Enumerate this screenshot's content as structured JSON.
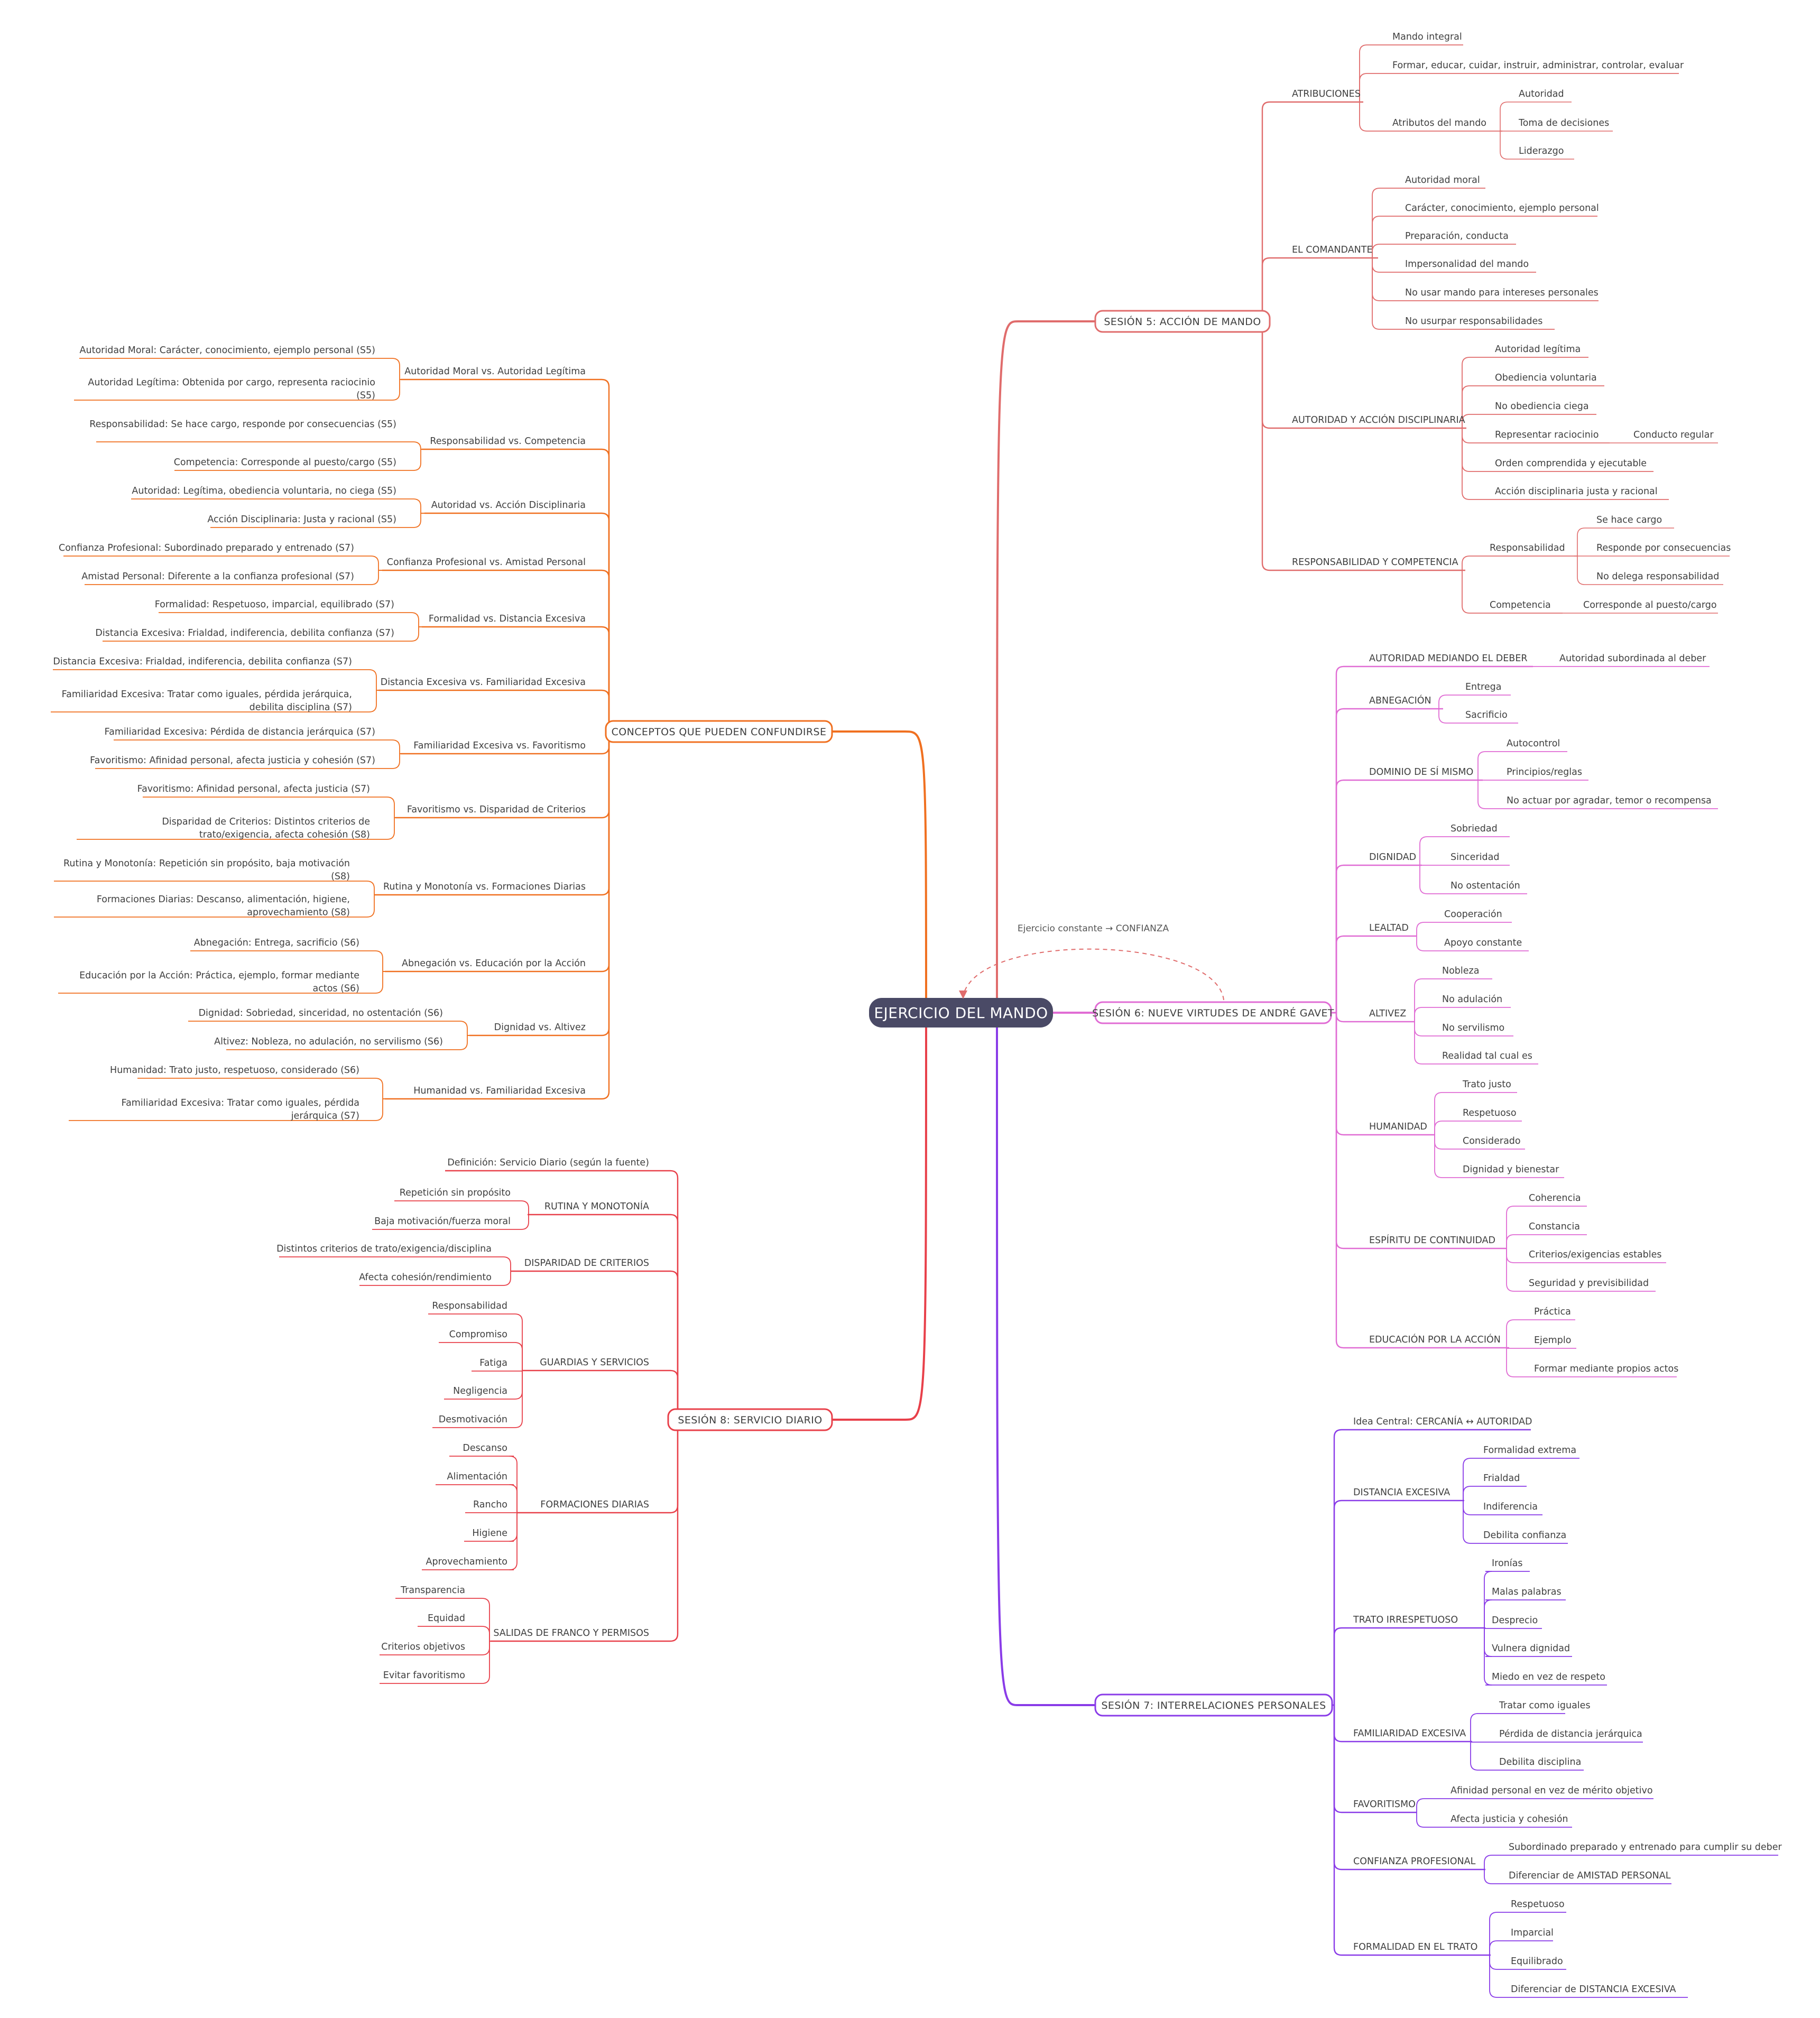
{
  "central_topic": "EJERCICIO DEL MANDO",
  "relationship": {
    "label": "Ejercicio constante → CONFIANZA"
  },
  "colors": {
    "root": "#4a4a66",
    "s5": "#e06c6c",
    "s6": "#e06cd4",
    "s7": "#8a3ce8",
    "s8": "#e8404a",
    "conceptos": "#f07020",
    "relationship": "#e06c6c"
  },
  "branches": [
    {
      "id": "s5",
      "label": "SESIÓN 5: ACCIÓN DE MANDO",
      "children": [
        {
          "label": "ATRIBUCIONES",
          "children": [
            {
              "label": "Mando integral"
            },
            {
              "label": "Formar, educar, cuidar, instruir, administrar, controlar, evaluar"
            },
            {
              "label": "Atributos del mando",
              "children": [
                {
                  "label": "Autoridad"
                },
                {
                  "label": "Toma de decisiones"
                },
                {
                  "label": "Liderazgo"
                }
              ]
            }
          ]
        },
        {
          "label": "EL COMANDANTE",
          "children": [
            {
              "label": "Autoridad moral"
            },
            {
              "label": "Carácter, conocimiento, ejemplo personal"
            },
            {
              "label": "Preparación, conducta"
            },
            {
              "label": "Impersonalidad del mando"
            },
            {
              "label": "No usar mando para intereses personales"
            },
            {
              "label": "No usurpar responsabilidades"
            }
          ]
        },
        {
          "label": "AUTORIDAD Y ACCIÓN DISCIPLINARIA",
          "children": [
            {
              "label": "Autoridad legítima"
            },
            {
              "label": "Obediencia voluntaria"
            },
            {
              "label": "No obediencia ciega"
            },
            {
              "label": "Representar raciocinio",
              "children": [
                {
                  "label": "Conducto regular"
                }
              ]
            },
            {
              "label": "Orden comprendida y ejecutable"
            },
            {
              "label": "Acción disciplinaria justa y racional"
            }
          ]
        },
        {
          "label": "RESPONSABILIDAD Y COMPETENCIA",
          "children": [
            {
              "label": "Responsabilidad",
              "children": [
                {
                  "label": "Se hace cargo"
                },
                {
                  "label": "Responde por consecuencias"
                },
                {
                  "label": "No delega responsabilidad"
                }
              ]
            },
            {
              "label": "Competencia",
              "children": [
                {
                  "label": "Corresponde al puesto/cargo"
                }
              ]
            }
          ]
        }
      ]
    },
    {
      "id": "s6",
      "label": "SESIÓN 6: NUEVE VIRTUDES DE ANDRÉ GAVET",
      "children": [
        {
          "label": "AUTORIDAD MEDIANDO EL DEBER",
          "children": [
            {
              "label": "Autoridad subordinada al deber"
            }
          ]
        },
        {
          "label": "ABNEGACIÓN",
          "children": [
            {
              "label": "Entrega"
            },
            {
              "label": "Sacrificio"
            }
          ]
        },
        {
          "label": "DOMINIO DE SÍ MISMO",
          "children": [
            {
              "label": "Autocontrol"
            },
            {
              "label": "Principios/reglas"
            },
            {
              "label": "No actuar por agradar, temor o recompensa"
            }
          ]
        },
        {
          "label": "DIGNIDAD",
          "children": [
            {
              "label": "Sobriedad"
            },
            {
              "label": "Sinceridad"
            },
            {
              "label": "No ostentación"
            }
          ]
        },
        {
          "label": "LEALTAD",
          "children": [
            {
              "label": "Cooperación"
            },
            {
              "label": "Apoyo constante"
            }
          ]
        },
        {
          "label": "ALTIVEZ",
          "children": [
            {
              "label": "Nobleza"
            },
            {
              "label": "No adulación"
            },
            {
              "label": "No servilismo"
            },
            {
              "label": "Realidad tal cual es"
            }
          ]
        },
        {
          "label": "HUMANIDAD",
          "children": [
            {
              "label": "Trato justo"
            },
            {
              "label": "Respetuoso"
            },
            {
              "label": "Considerado"
            },
            {
              "label": "Dignidad y bienestar"
            }
          ]
        },
        {
          "label": "ESPÍRITU DE CONTINUIDAD",
          "children": [
            {
              "label": "Coherencia"
            },
            {
              "label": "Constancia"
            },
            {
              "label": "Criterios/exigencias estables"
            },
            {
              "label": "Seguridad y previsibilidad"
            }
          ]
        },
        {
          "label": "EDUCACIÓN POR LA ACCIÓN",
          "children": [
            {
              "label": "Práctica"
            },
            {
              "label": "Ejemplo"
            },
            {
              "label": "Formar mediante propios actos"
            }
          ]
        }
      ]
    },
    {
      "id": "s7",
      "label": "SESIÓN 7: INTERRELACIONES PERSONALES",
      "children": [
        {
          "label": "Idea Central: CERCANÍA ↔ AUTORIDAD"
        },
        {
          "label": "DISTANCIA EXCESIVA",
          "children": [
            {
              "label": "Formalidad extrema"
            },
            {
              "label": "Frialdad"
            },
            {
              "label": "Indiferencia"
            },
            {
              "label": "Debilita confianza"
            }
          ]
        },
        {
          "label": "TRATO IRRESPETUOSO",
          "children": [
            {
              "label": "Ironías"
            },
            {
              "label": "Malas palabras"
            },
            {
              "label": "Desprecio"
            },
            {
              "label": "Vulnera dignidad"
            },
            {
              "label": "Miedo en vez de respeto"
            }
          ]
        },
        {
          "label": "FAMILIARIDAD EXCESIVA",
          "children": [
            {
              "label": "Tratar como iguales"
            },
            {
              "label": "Pérdida de distancia jerárquica"
            },
            {
              "label": "Debilita disciplina"
            }
          ]
        },
        {
          "label": "FAVORITISMO",
          "children": [
            {
              "label": "Afinidad personal en vez de mérito objetivo"
            },
            {
              "label": "Afecta justicia y cohesión"
            }
          ]
        },
        {
          "label": "CONFIANZA PROFESIONAL",
          "children": [
            {
              "label": "Subordinado preparado y entrenado para cumplir su deber"
            },
            {
              "label": "Diferenciar de AMISTAD PERSONAL"
            }
          ]
        },
        {
          "label": "FORMALIDAD EN EL TRATO",
          "children": [
            {
              "label": "Respetuoso"
            },
            {
              "label": "Imparcial"
            },
            {
              "label": "Equilibrado"
            },
            {
              "label": "Diferenciar de DISTANCIA EXCESIVA"
            }
          ]
        }
      ]
    },
    {
      "id": "s8",
      "label": "SESIÓN 8: SERVICIO DIARIO",
      "children": [
        {
          "label": "Definición: Servicio Diario (según la fuente)"
        },
        {
          "label": "RUTINA Y MONOTONÍA",
          "children": [
            {
              "label": "Repetición sin propósito"
            },
            {
              "label": "Baja motivación/fuerza moral"
            }
          ]
        },
        {
          "label": "DISPARIDAD DE CRITERIOS",
          "children": [
            {
              "label": "Distintos criterios de trato/exigencia/disciplina"
            },
            {
              "label": "Afecta cohesión/rendimiento"
            }
          ]
        },
        {
          "label": "GUARDIAS Y SERVICIOS",
          "children": [
            {
              "label": "Responsabilidad"
            },
            {
              "label": "Compromiso"
            },
            {
              "label": "Fatiga"
            },
            {
              "label": "Negligencia"
            },
            {
              "label": "Desmotivación"
            }
          ]
        },
        {
          "label": "FORMACIONES DIARIAS",
          "children": [
            {
              "label": "Descanso"
            },
            {
              "label": "Alimentación"
            },
            {
              "label": "Rancho"
            },
            {
              "label": "Higiene"
            },
            {
              "label": "Aprovechamiento"
            }
          ]
        },
        {
          "label": "SALIDAS DE FRANCO Y PERMISOS",
          "children": [
            {
              "label": "Transparencia"
            },
            {
              "label": "Equidad"
            },
            {
              "label": "Criterios objetivos"
            },
            {
              "label": "Evitar favoritismo"
            }
          ]
        }
      ]
    },
    {
      "id": "conceptos",
      "label": "CONCEPTOS QUE PUEDEN CONFUNDIRSE",
      "children": [
        {
          "label": "Autoridad Moral vs. Autoridad Legítima",
          "children": [
            {
              "label": "Autoridad Moral: Carácter, conocimiento, ejemplo personal (S5)"
            },
            {
              "label": "Autoridad Legítima: Obtenida por cargo, representa raciocinio (S5)"
            }
          ]
        },
        {
          "label": "Responsabilidad vs. Competencia",
          "children": [
            {
              "label": "Responsabilidad: Se hace cargo, responde por consecuencias (S5)"
            },
            {
              "label": "Competencia: Corresponde al puesto/cargo (S5)"
            }
          ]
        },
        {
          "label": "Autoridad vs. Acción Disciplinaria",
          "children": [
            {
              "label": "Autoridad: Legítima, obediencia voluntaria, no ciega (S5)"
            },
            {
              "label": "Acción Disciplinaria: Justa y racional (S5)"
            }
          ]
        },
        {
          "label": "Confianza Profesional vs. Amistad Personal",
          "children": [
            {
              "label": "Confianza Profesional: Subordinado preparado y entrenado (S7)"
            },
            {
              "label": "Amistad Personal: Diferente a la confianza profesional (S7)"
            }
          ]
        },
        {
          "label": "Formalidad vs. Distancia Excesiva",
          "children": [
            {
              "label": "Formalidad: Respetuoso, imparcial, equilibrado (S7)"
            },
            {
              "label": "Distancia Excesiva: Frialdad, indiferencia, debilita confianza (S7)"
            }
          ]
        },
        {
          "label": "Distancia Excesiva vs. Familiaridad Excesiva",
          "children": [
            {
              "label": "Distancia Excesiva: Frialdad, indiferencia, debilita confianza (S7)"
            },
            {
              "label": "Familiaridad Excesiva: Tratar como iguales, pérdida jerárquica, debilita disciplina (S7)"
            }
          ]
        },
        {
          "label": "Familiaridad Excesiva vs. Favoritismo",
          "children": [
            {
              "label": "Familiaridad Excesiva: Pérdida de distancia jerárquica (S7)"
            },
            {
              "label": "Favoritismo: Afinidad personal, afecta justicia y cohesión (S7)"
            }
          ]
        },
        {
          "label": "Favoritismo vs. Disparidad de Criterios",
          "children": [
            {
              "label": "Favoritismo: Afinidad personal, afecta justicia (S7)"
            },
            {
              "label": "Disparidad de Criterios: Distintos criterios de trato/exigencia, afecta cohesión (S8)"
            }
          ]
        },
        {
          "label": "Rutina y Monotonía vs. Formaciones Diarias",
          "children": [
            {
              "label": "Rutina y Monotonía: Repetición sin propósito, baja motivación (S8)"
            },
            {
              "label": "Formaciones Diarias: Descanso, alimentación, higiene, aprovechamiento (S8)"
            }
          ]
        },
        {
          "label": "Abnegación vs. Educación por la Acción",
          "children": [
            {
              "label": "Abnegación: Entrega, sacrificio (S6)"
            },
            {
              "label": "Educación por la Acción: Práctica, ejemplo, formar mediante actos (S6)"
            }
          ]
        },
        {
          "label": "Dignidad vs. Altivez",
          "children": [
            {
              "label": "Dignidad: Sobriedad, sinceridad, no ostentación (S6)"
            },
            {
              "label": "Altivez: Nobleza, no adulación, no servilismo (S6)"
            }
          ]
        },
        {
          "label": "Humanidad vs. Familiaridad Excesiva",
          "children": [
            {
              "label": "Humanidad: Trato justo, respetuoso, considerado (S6)"
            },
            {
              "label": "Familiaridad Excesiva: Tratar como iguales, pérdida jerárquica (S7)"
            }
          ]
        }
      ]
    }
  ]
}
